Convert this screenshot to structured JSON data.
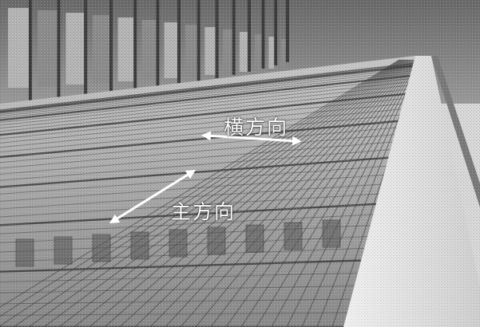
{
  "photo": {
    "subject": "precast-rebar-factory-bed"
  },
  "annotations": {
    "lateral_direction": "横方向",
    "main_direction": "主方向"
  },
  "colors": {
    "arrow": "#ffffff",
    "label": "#ffffff"
  }
}
